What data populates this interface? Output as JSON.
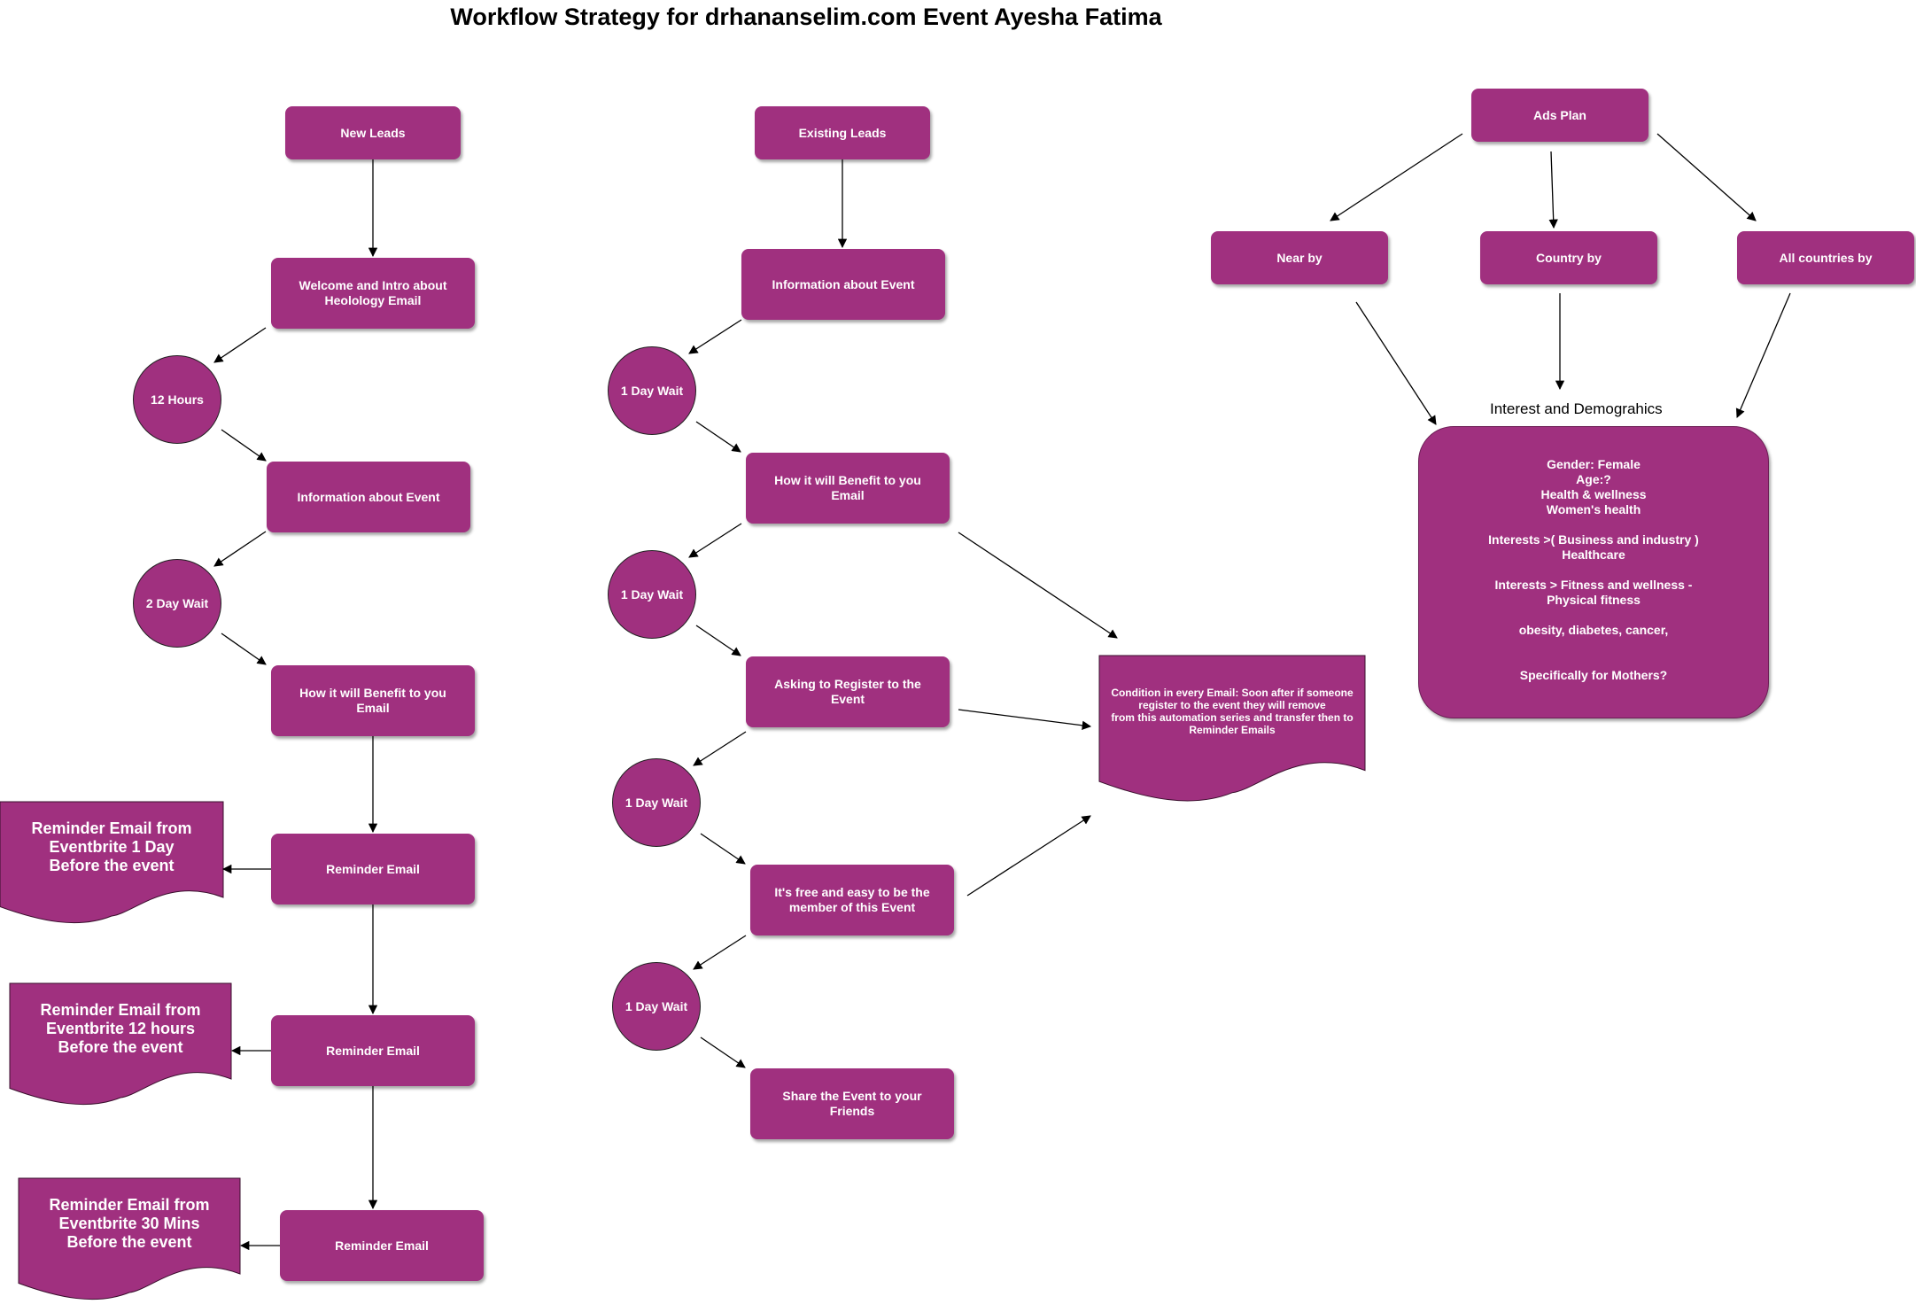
{
  "title": "Workflow Strategy for drhananselim.com Event Ayesha Fatima",
  "colors": {
    "node_fill": "#a0307f",
    "node_text": "#ffffff",
    "edge": "#000000"
  },
  "new_leads": {
    "start": "New Leads",
    "welcome": "Welcome and Intro about\nHeolology Email",
    "wait_12h": "12 Hours",
    "info": "Information about Event",
    "wait_2d": "2 Day Wait",
    "benefit": "How it will Benefit to you\nEmail",
    "reminder_1": "Reminder Email",
    "reminder_2": "Reminder Email",
    "reminder_3": "Reminder Email",
    "doc_1": "Reminder Email from\nEventbrite 1 Day\nBefore the event",
    "doc_2": "Reminder Email from\nEventbrite 12 hours\nBefore the event",
    "doc_3": "Reminder Email from\nEventbrite 30 Mins\nBefore the event"
  },
  "existing_leads": {
    "start": "Existing Leads",
    "info": "Information about Event",
    "wait_1": "1 Day Wait",
    "benefit": "How it will Benefit to you\nEmail",
    "wait_2": "1 Day Wait",
    "register": "Asking to Register to the\nEvent",
    "wait_3": "1 Day Wait",
    "free": "It's free and easy to be the\nmember of this Event",
    "wait_4": "1 Day Wait",
    "share": "Share the Event to your Friends"
  },
  "condition_doc": "Condition in every Email: Soon after if someone\nregister to the event they will remove\nfrom this automation series and transfer then to\nReminder Emails",
  "ads": {
    "plan": "Ads Plan",
    "near": "Near by",
    "country": "Country by",
    "all": "All countries by",
    "interest_label": "Interest and Demograhics",
    "demographics": "Gender: Female\nAge:?\nHealth & wellness\nWomen's health\n\nInterests >( Business and industry )\nHealthcare\n\nInterests > Fitness and wellness -\nPhysical fitness\n\nobesity, diabetes, cancer,\n\n\nSpecifically for Mothers?"
  }
}
